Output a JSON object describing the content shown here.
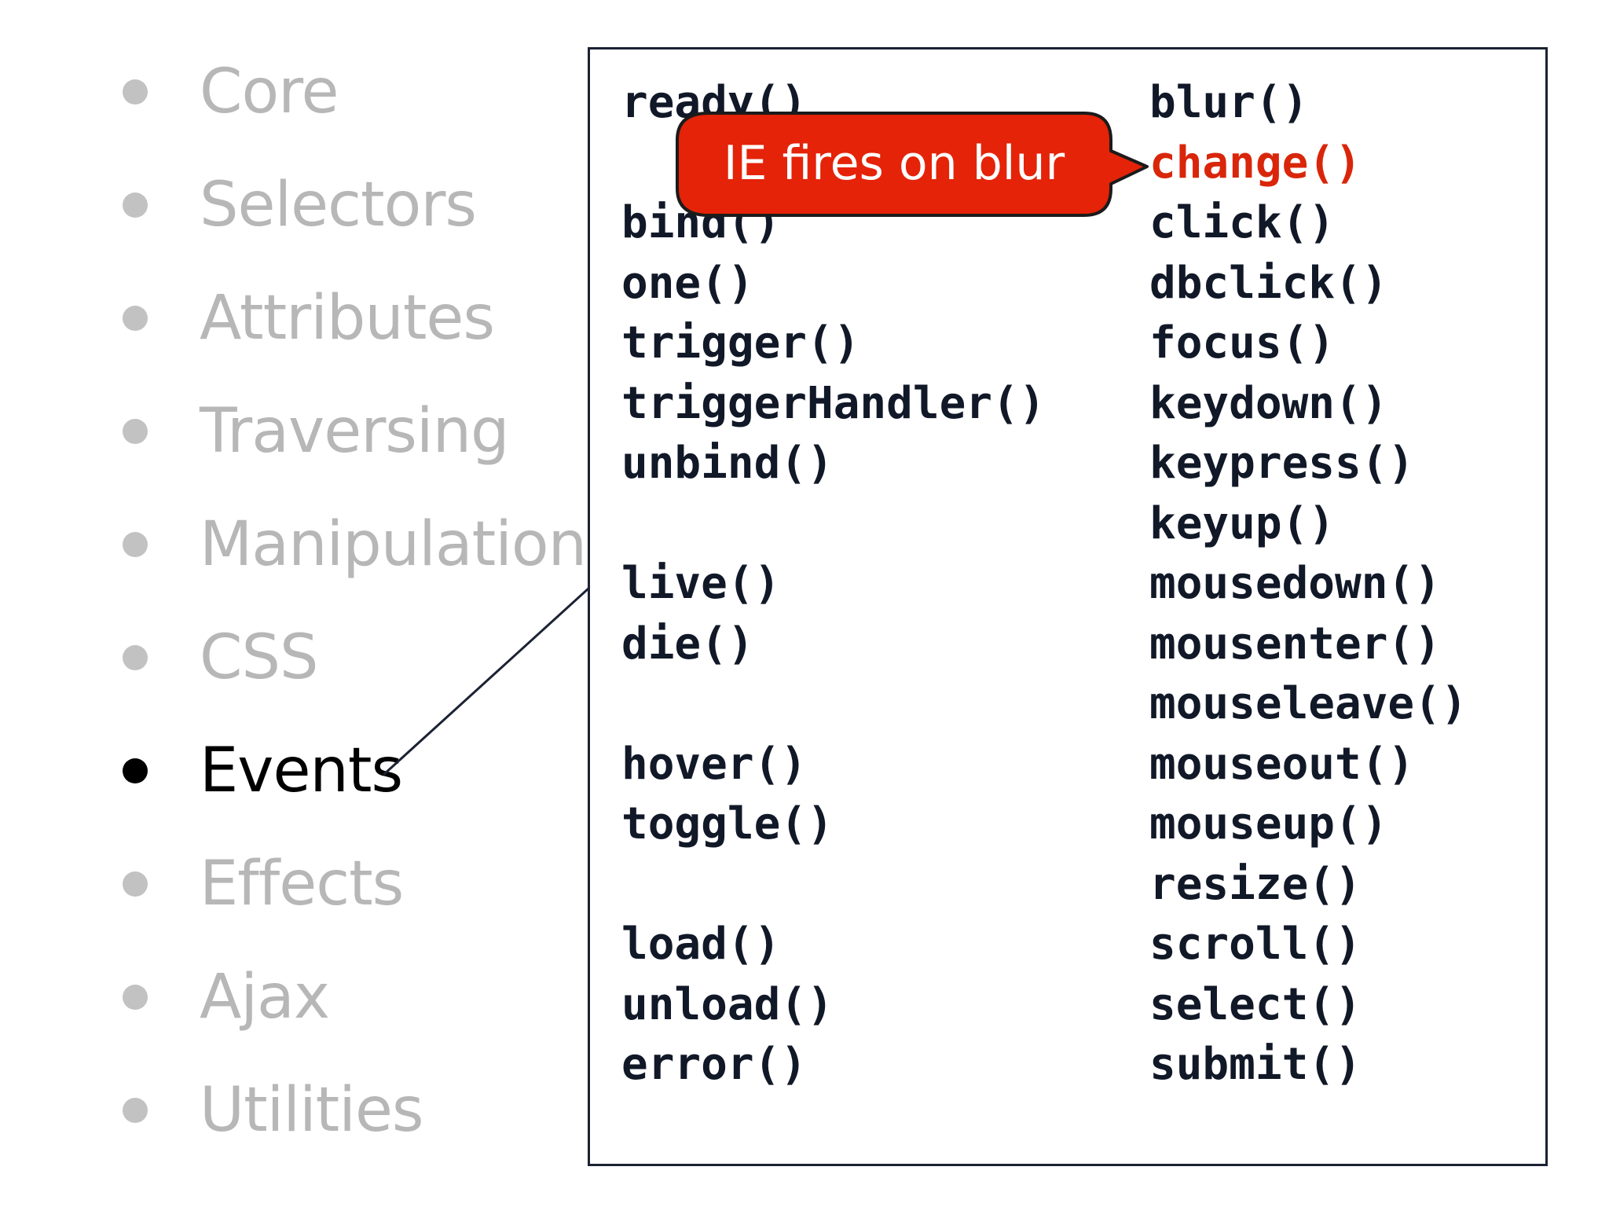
{
  "sidebar": {
    "items": [
      {
        "label": "Core",
        "active": false
      },
      {
        "label": "Selectors",
        "active": false
      },
      {
        "label": "Attributes",
        "active": false
      },
      {
        "label": "Traversing",
        "active": false
      },
      {
        "label": "Manipulation",
        "active": false
      },
      {
        "label": "CSS",
        "active": false
      },
      {
        "label": "Events",
        "active": true
      },
      {
        "label": "Effects",
        "active": false
      },
      {
        "label": "Ajax",
        "active": false
      },
      {
        "label": "Utilities",
        "active": false
      }
    ]
  },
  "methods": {
    "left": [
      "ready()",
      "",
      "bind()",
      "one()",
      "trigger()",
      "triggerHandler()",
      "unbind()",
      "",
      "live()",
      "die()",
      "",
      "hover()",
      "toggle()",
      "",
      "load()",
      "unload()",
      "error()"
    ],
    "right": [
      "blur()",
      "change()",
      "click()",
      "dbclick()",
      "focus()",
      "keydown()",
      "keypress()",
      "keyup()",
      "mousedown()",
      "mousenter()",
      "mouseleave()",
      "mouseout()",
      "mouseup()",
      "resize()",
      "scroll()",
      "select()",
      "submit()"
    ]
  },
  "callout": {
    "text": "IE fires on blur",
    "target": "change()"
  },
  "colors": {
    "callout_fill": "#e42308",
    "highlight_text": "#d9260b",
    "inactive_text": "#b7b7b7",
    "active_text": "#000000"
  }
}
